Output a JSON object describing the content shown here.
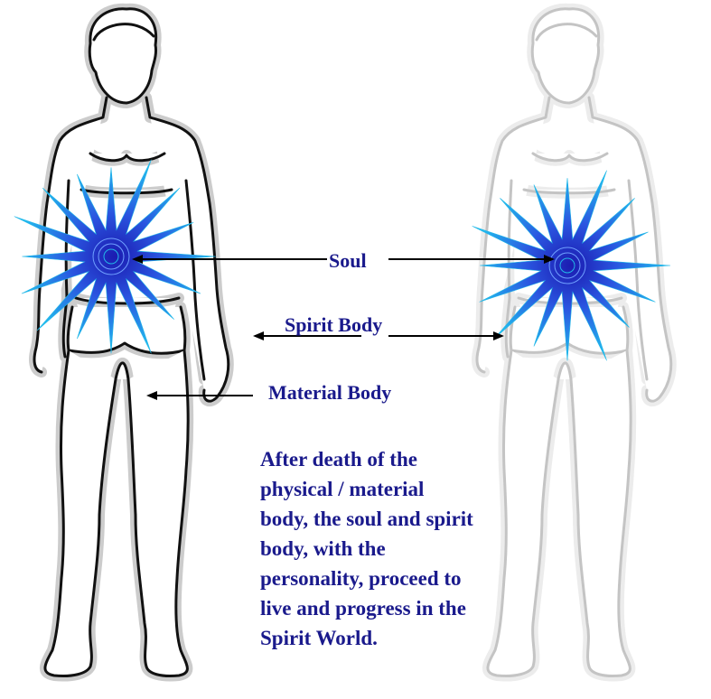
{
  "labels": {
    "soul": "Soul",
    "spirit_body": "Spirit Body",
    "material_body": "Material Body"
  },
  "caption": "After death of the physical / material body, the soul and spirit body, with the personality, proceed to live and progress in the Spirit World.",
  "colors": {
    "text": "#1a1a8c",
    "material_figure_outline": "#111111",
    "material_figure_halo": "#c8c8c8",
    "spirit_figure_outline": "#c4c4c4",
    "spirit_figure_halo": "#ececec",
    "star_dark": "#2a2ad0",
    "star_light": "#22b8e8",
    "arrow": "#000000"
  },
  "icons": {
    "material_figure": "standing-man-figure-icon",
    "spirit_figure": "faded-standing-man-figure-icon",
    "soul_star": "starburst-icon"
  }
}
